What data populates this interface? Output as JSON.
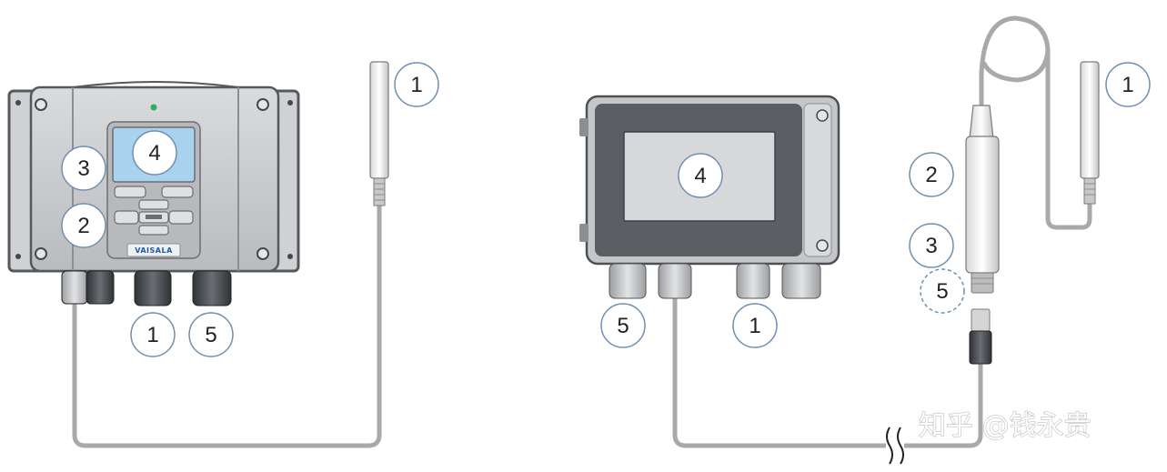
{
  "left_device": {
    "brand": "VAISALA",
    "callouts": [
      "1",
      "3",
      "4",
      "2",
      "1",
      "5"
    ]
  },
  "right_device": {
    "callouts": [
      "4",
      "5",
      "1",
      "1",
      "2",
      "3",
      "5"
    ]
  },
  "watermark": "知乎 @钱永贵",
  "colors": {
    "callout_ring": "#6f8fb0",
    "cable": "#a9a9a9",
    "display": "#a9d2ee",
    "enclosure": "#c9cbcd",
    "lid_dark": "#5b5e62"
  }
}
